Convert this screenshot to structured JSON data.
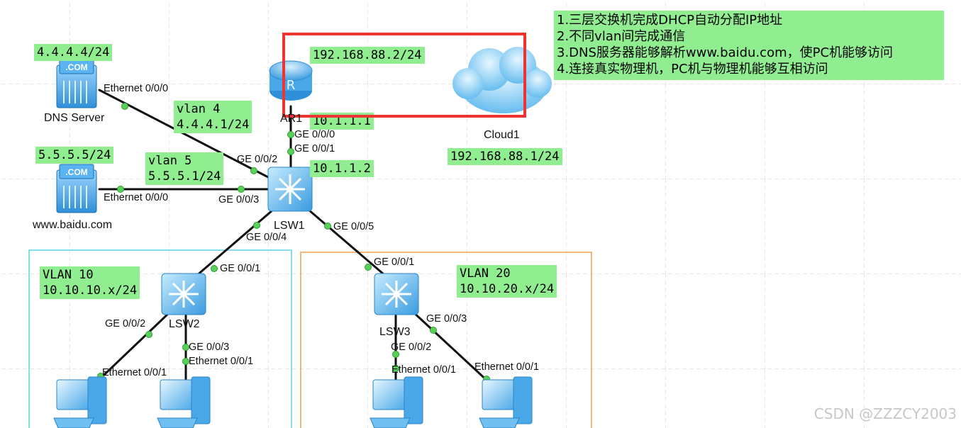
{
  "notes": [
    "1.三层交换机完成DHCP自动分配IP地址",
    "2.不同vlan间完成通信",
    "3.DNS服务器能够解析www.baidu.com，使PC机能够访问",
    "4.连接真实物理机，PC机与物理机能够互相访问"
  ],
  "devices": {
    "dns_server": "DNS Server",
    "www_server": "www.baidu.com",
    "router": "AR1",
    "cloud": "Cloud1",
    "lsw1": "LSW1",
    "lsw2": "LSW2",
    "lsw3": "LSW3",
    "server_logo": ".COM"
  },
  "tags": {
    "dns_ip": "4.4.4.4/24",
    "vlan4": "vlan 4\n4.4.4.1/24",
    "www_ip": "5.5.5.5/24",
    "vlan5": "vlan 5\n5.5.5.1/24",
    "router_wan": "192.168.88.2/24",
    "router_lan": "10.1.1.1",
    "lsw1_ip": "10.1.1.2",
    "cloud_ip": "192.168.88.1/24",
    "vlan10": "VLAN 10\n10.10.10.x/24",
    "vlan20": "VLAN 20\n10.10.20.x/24"
  },
  "ports": {
    "dns_eth": "Ethernet 0/0/0",
    "www_eth": "Ethernet 0/0/0",
    "ar_ge000": "GE 0/0/0",
    "lsw1_ge001": "GE 0/0/1",
    "lsw1_ge002": "GE 0/0/2",
    "lsw1_ge003": "GE 0/0/3",
    "lsw1_ge004": "GE 0/0/4",
    "lsw1_ge005": "GE 0/0/5",
    "lsw2_ge001": "GE 0/0/1",
    "lsw2_ge002": "GE 0/0/2",
    "lsw2_ge003": "GE 0/0/3",
    "lsw3_ge001": "GE 0/0/1",
    "lsw3_ge002": "GE 0/0/2",
    "lsw3_ge003": "GE 0/0/3",
    "pc1_eth": "Ethernet 0/0/1",
    "pc2_eth": "Ethernet 0/0/1",
    "pc3_eth": "Ethernet 0/0/1",
    "pc4_eth": "Ethernet 0/0/1"
  },
  "watermark": "CSDN @ZZZCY2003",
  "colors": {
    "label_bg": "#90ee90",
    "highlight": "#ee3333",
    "vlan10_box": "#5fd4e6",
    "vlan20_box": "#f0a050",
    "device_blue": "#3a9be0"
  }
}
